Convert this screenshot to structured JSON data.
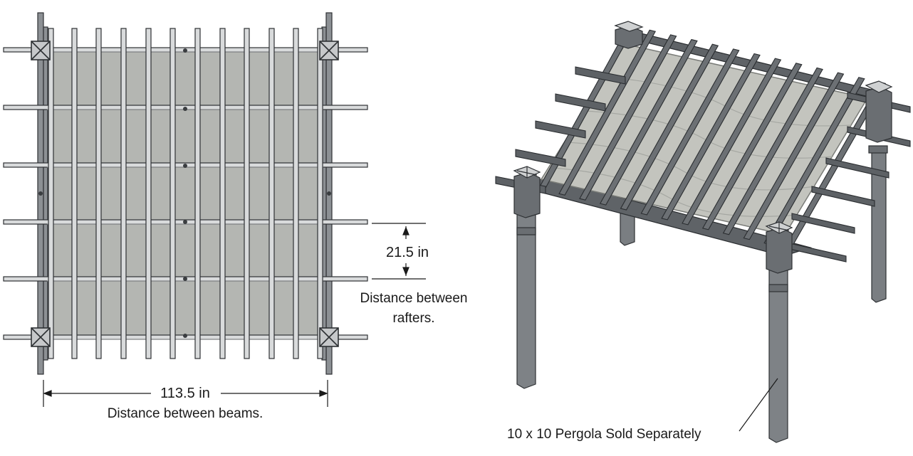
{
  "plan_view": {
    "rafter_spacing": "21.5 in",
    "rafter_spacing_caption_line1": "Distance between",
    "rafter_spacing_caption_line2": "rafters.",
    "beam_spacing": "113.5 in",
    "beam_spacing_caption": "Distance between beams."
  },
  "iso_view": {
    "caption": "10 x 10 Pergola Sold Separately"
  },
  "colors": {
    "lumber": "#6f7378",
    "lumber_stroke": "#2e3134",
    "shade_fabric": "#b4b6b2",
    "ink": "#1a1a1a"
  }
}
